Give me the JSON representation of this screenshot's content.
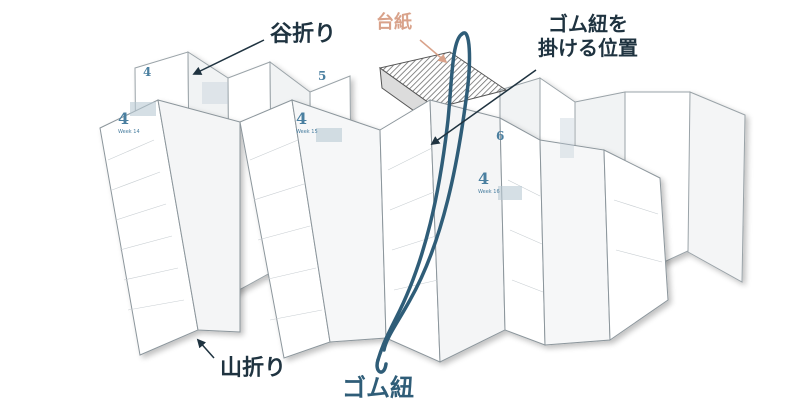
{
  "labels": {
    "valley_fold": "谷折り",
    "base_paper": "台紙",
    "band_position_line1": "ゴム紐を",
    "band_position_line2": "掛ける位置",
    "mountain_fold": "山折り",
    "rubber_band": "ゴム紐"
  },
  "pages": [
    {
      "month": "4",
      "week": "Week 14"
    },
    {
      "month": "5",
      "week": ""
    },
    {
      "month": "4",
      "week": "Week 15"
    },
    {
      "month": "6",
      "week": ""
    },
    {
      "month": "4",
      "week": "Week 16"
    }
  ],
  "colors": {
    "label_dark": "#1f3340",
    "label_base": "#d9a28a",
    "band": "#2f5d78",
    "accent_month": "#4a7fa0",
    "paper": "#ffffff",
    "paper_edge": "#9aa3a8"
  }
}
